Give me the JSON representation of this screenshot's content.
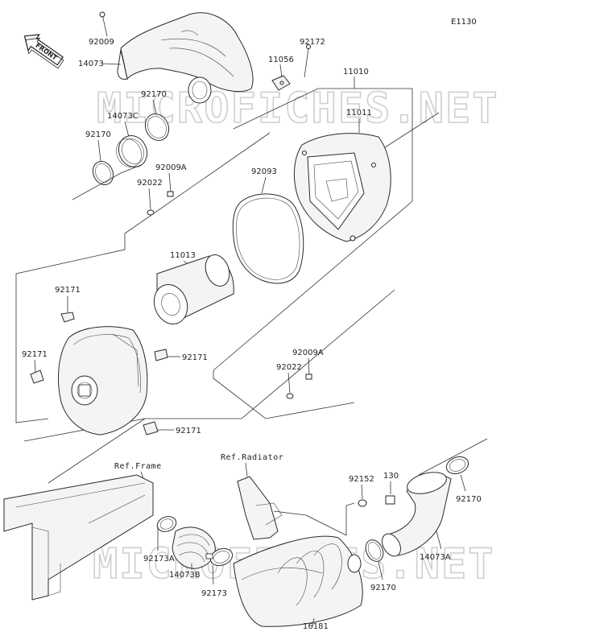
{
  "diagram_code": "E1130",
  "front_label": "FRONT",
  "watermark": "MICROFICHES.NET",
  "references": {
    "frame": "Ref.Frame",
    "radiator": "Ref.Radiator"
  },
  "part_labels": {
    "p92009_top": "92009",
    "p14073": "14073",
    "p92172": "92172",
    "p11056": "11056",
    "p11010": "11010",
    "p92170_a": "92170",
    "p14073c": "14073C",
    "p11011": "11011",
    "p92170_b": "92170",
    "p92009a_a": "92009A",
    "p92022_a": "92022",
    "p92093": "92093",
    "p11013": "11013",
    "p92171_a": "92171",
    "p92171_b": "92171",
    "p92171_c": "92171",
    "p92171_d": "92171",
    "p92009a_b": "92009A",
    "p92022_b": "92022",
    "p92152": "92152",
    "p130": "130",
    "p92170_c": "92170",
    "p92173a": "92173A",
    "p14073b": "14073B",
    "p92173": "92173",
    "p14073a": "14073A",
    "p92170_d": "92170",
    "p16181": "16181"
  }
}
